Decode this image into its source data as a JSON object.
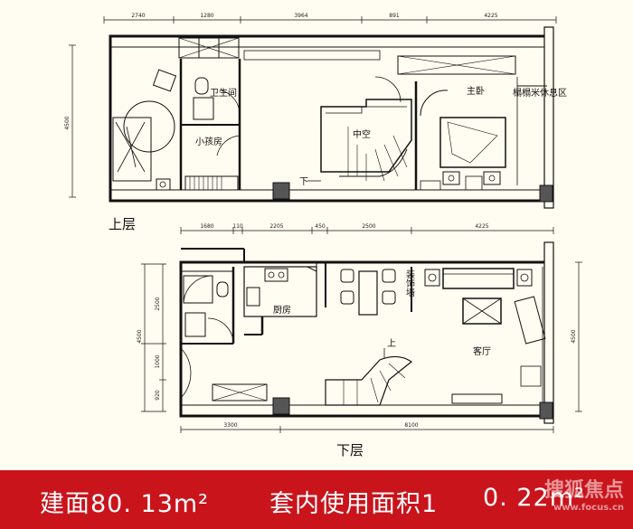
{
  "upper": {
    "floor_label": "上层",
    "dims_top": [
      "2740",
      "1280",
      "3964",
      "891",
      "4225"
    ],
    "dim_side": "4500",
    "rooms": {
      "kids_room": "小孩房",
      "bathroom": "卫生间",
      "void": "中空",
      "master_bedroom": "主卧",
      "tatami": "榻榻米休息区",
      "down_arrow": "下"
    }
  },
  "lower": {
    "floor_label": "下层",
    "dims_top": [
      "1680",
      "110",
      "2205",
      "450",
      "2500",
      "4225"
    ],
    "dims_left": [
      "2500",
      "4500",
      "1000",
      "920"
    ],
    "dim_right": "4500",
    "dims_bottom": [
      "3300",
      "8100"
    ],
    "rooms": {
      "kitchen": "厨房",
      "living_room": "客厅",
      "feature_wall": "装饰墙",
      "up_arrow": "上"
    }
  },
  "banner": {
    "building_area": "建面80. 13m²",
    "usable_area": "套内使用面积1",
    "usable_area_tail": "0. 22m²",
    "color": "#C9141C"
  },
  "watermark": {
    "name": "搜狐焦点",
    "site": "www.focus.cn"
  }
}
